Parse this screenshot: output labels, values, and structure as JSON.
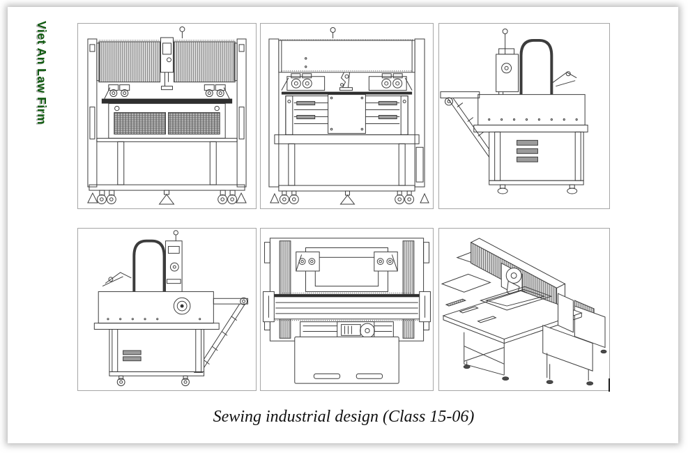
{
  "watermark": {
    "text": "Viet An Law Firm",
    "color": "#0f5a0f",
    "shadow_color": "#b3b3b3"
  },
  "caption": {
    "text": "Sewing industrial design (Class 15-06)",
    "color": "#111111"
  },
  "figures": [
    {
      "name": "front-view"
    },
    {
      "name": "rear-view"
    },
    {
      "name": "right-side-view"
    },
    {
      "name": "left-side-view"
    },
    {
      "name": "top-plan-view"
    },
    {
      "name": "perspective-view"
    }
  ],
  "style": {
    "page_background": "#ffffff",
    "frame_shadow": "#828282",
    "cell_border": "#a6a6a6",
    "line_color": "#3c3c3c",
    "hatch_line": "#7f7f7f",
    "hatch_background": "#dcdcdc",
    "dense_hatch_background": "#c9c9c9",
    "dark_fill": "#2f2f2f"
  }
}
